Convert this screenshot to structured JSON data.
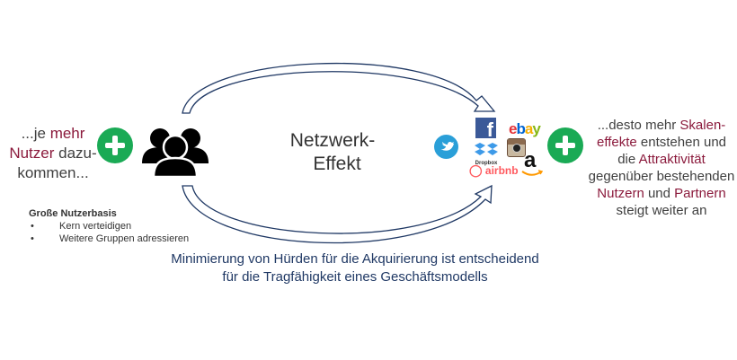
{
  "left_statement": {
    "prefix": "...je ",
    "accent1": "mehr",
    "accent2": "Nutzer",
    "middle": " dazu-",
    "line3": "kommen..."
  },
  "center": {
    "line1": "Netzwerk-",
    "line2": "Effekt"
  },
  "user_base": {
    "title": "Große Nutzerbasis",
    "bullets": [
      "Kern verteidigen",
      "Weitere Gruppen adressieren"
    ]
  },
  "right_statement": {
    "l1_prefix": "...desto mehr ",
    "l1_accent": "Skalen-",
    "l2_accent": "effekte",
    "l2_suffix": " entstehen und",
    "l3_prefix": "die ",
    "l3_accent": "Attraktivität",
    "l4": "gegenüber bestehenden",
    "l5_accent1": "Nutzern",
    "l5_mid": " und ",
    "l5_accent2": "Partnern",
    "l6": "steigt weiter an"
  },
  "bottom_statement": {
    "line1": "Minimierung von Hürden für die Akquirierung ist entscheidend",
    "line2": "für die Tragfähigkeit eines Geschäftsmodells"
  },
  "logos": {
    "dropbox_label": "Dropbox",
    "airbnb_label": "airbnb",
    "ebay_label": "ebay",
    "facebook_glyph": "f",
    "amazon_glyph": "a"
  },
  "colors": {
    "accent": "#8b1a3c",
    "plus_green": "#1aaa55",
    "arrow_navy": "#1f3864",
    "bottom_text": "#1f3864"
  }
}
